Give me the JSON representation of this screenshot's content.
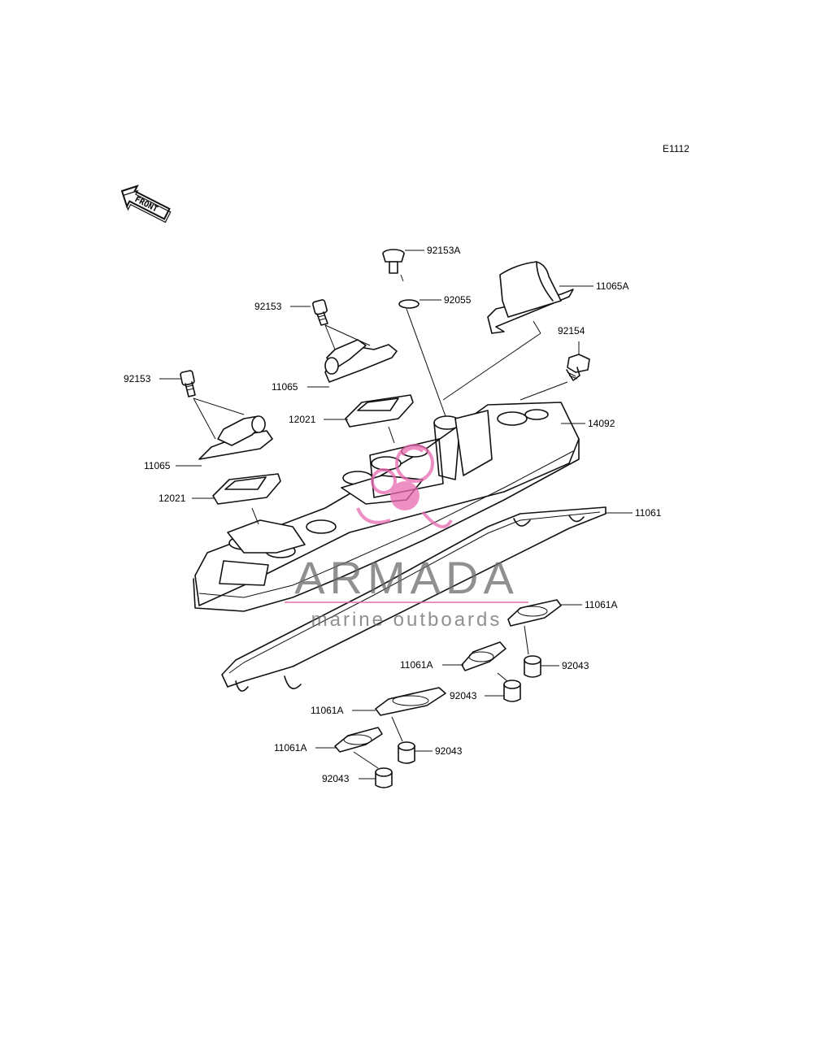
{
  "diagram_code": "E1112",
  "front_label": "FRONT",
  "labels": {
    "p92153A": "92153A",
    "p92055": "92055",
    "p11065A": "11065A",
    "p92153_top": "92153",
    "p92154": "92154",
    "p11065_top": "11065",
    "p92153_left": "92153",
    "p12021_top": "12021",
    "p14092": "14092",
    "p11065_left": "11065",
    "p12021_left": "12021",
    "p11061": "11061",
    "p11061A_1": "11061A",
    "p11061A_2": "11061A",
    "p92043_1": "92043",
    "p92043_2": "92043",
    "p11061A_3": "11061A",
    "p11061A_4": "11061A",
    "p92043_3": "92043",
    "p92043_4": "92043"
  },
  "watermark": {
    "brand": "ARMADA",
    "tagline": "marine outboards",
    "accent_color": "#e86ab0"
  }
}
